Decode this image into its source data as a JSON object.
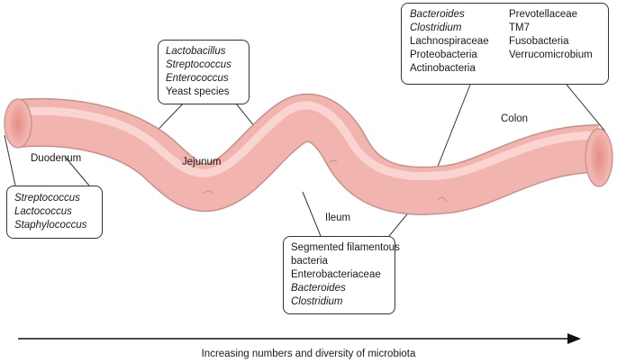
{
  "regions": {
    "duodenum": "Duodenum",
    "jejunum": "Jejunum",
    "ileum": "Ileum",
    "colon": "Colon"
  },
  "boxes": {
    "duodenum": [
      {
        "text": "Streptococcus",
        "italic": true
      },
      {
        "text": "Lactococcus",
        "italic": true
      },
      {
        "text": "Staphylococcus",
        "italic": true
      }
    ],
    "jejunum": [
      {
        "text": "Lactobacillus",
        "italic": true
      },
      {
        "text": "Streptococcus",
        "italic": true
      },
      {
        "text": "Enterococcus",
        "italic": true
      },
      {
        "text": "Yeast species",
        "italic": false
      }
    ],
    "ileum": [
      {
        "text": "Segmented filamentous",
        "italic": false
      },
      {
        "text": "bacteria",
        "italic": false
      },
      {
        "text": "Enterobacteriaceae",
        "italic": false
      },
      {
        "text": "Bacteroides",
        "italic": true
      },
      {
        "text": "Clostridium",
        "italic": true
      }
    ],
    "colon_left": [
      {
        "text": "Bacteroides",
        "italic": true
      },
      {
        "text": "Clostridium",
        "italic": true
      },
      {
        "text": "Lachnospiraceae",
        "italic": false
      },
      {
        "text": "Proteobacteria",
        "italic": false
      },
      {
        "text": "Actinobacteria",
        "italic": false
      }
    ],
    "colon_right": [
      {
        "text": "Prevotellaceae",
        "italic": false
      },
      {
        "text": "TM7",
        "italic": false
      },
      {
        "text": "Fusobacteria",
        "italic": false
      },
      {
        "text": "Verrucomicrobium",
        "italic": false
      }
    ]
  },
  "axis_label": "Increasing numbers and diversity of microbiota",
  "colors": {
    "intestine_fill": "#f2b4ae",
    "intestine_outline": "#c98f89",
    "intestine_highlight": "#fbdcd8",
    "lumen": "#e79a93"
  }
}
